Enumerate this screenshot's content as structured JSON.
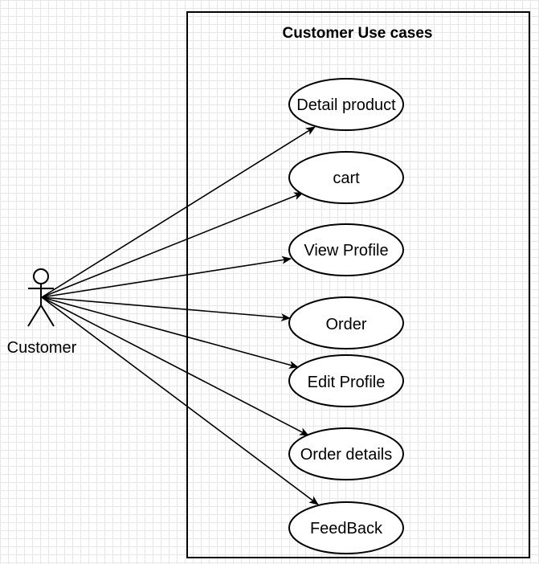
{
  "system": {
    "title": "Customer Use cases"
  },
  "actor": {
    "label": "Customer"
  },
  "use_cases": [
    {
      "label": "Detail product"
    },
    {
      "label": "cart"
    },
    {
      "label": "View Profile"
    },
    {
      "label": "Order"
    },
    {
      "label": "Edit Profile"
    },
    {
      "label": "Order details"
    },
    {
      "label": "FeedBack"
    }
  ],
  "colors": {
    "stroke": "#000000",
    "fill": "#ffffff",
    "grid": "#e6e6e6"
  }
}
